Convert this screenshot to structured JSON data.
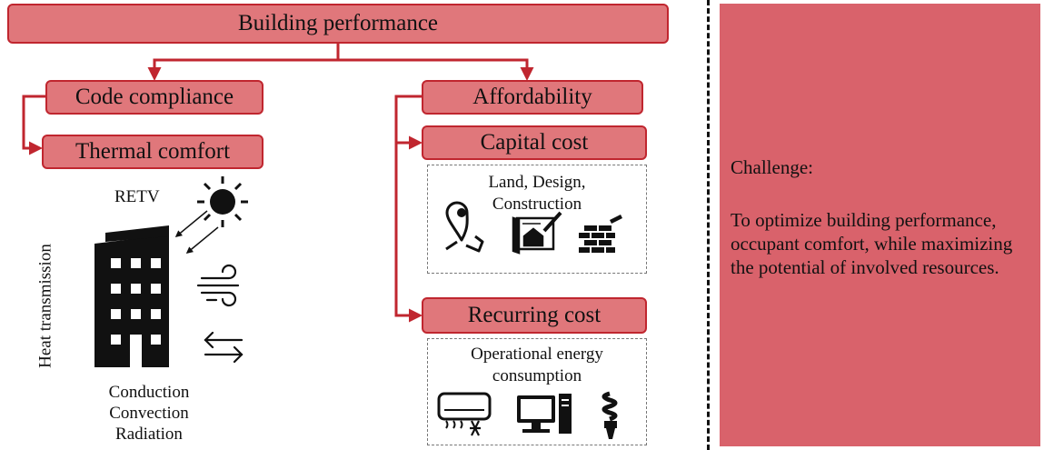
{
  "boxes": {
    "building_performance": "Building performance",
    "code_compliance": "Code compliance",
    "thermal_comfort": "Thermal comfort",
    "affordability": "Affordability",
    "capital_cost": "Capital cost",
    "recurring_cost": "Recurring cost"
  },
  "thermal": {
    "retv_label": "RETV",
    "heat_transmission_label": "Heat transmission",
    "modes": [
      "Conduction",
      "Convection",
      "Radiation"
    ]
  },
  "capital_panel": {
    "text_lines": [
      "Land, Design,",
      "Construction"
    ],
    "icons": [
      "map-location-icon",
      "house-blueprint-icon",
      "brick-wall-icon"
    ]
  },
  "recurring_panel": {
    "text_lines": [
      "Operational energy",
      "consumption"
    ],
    "icons": [
      "air-conditioner-icon",
      "computer-icon",
      "cfl-bulb-icon"
    ]
  },
  "challenge": {
    "title": "Challenge:",
    "body": "To optimize building performance, occupant comfort, while maximizing the potential of involved resources."
  },
  "colors": {
    "box_fill": "#e0777b",
    "box_border": "#c0262f",
    "arrow": "#c0262f",
    "challenge_fill": "#d9626b"
  }
}
